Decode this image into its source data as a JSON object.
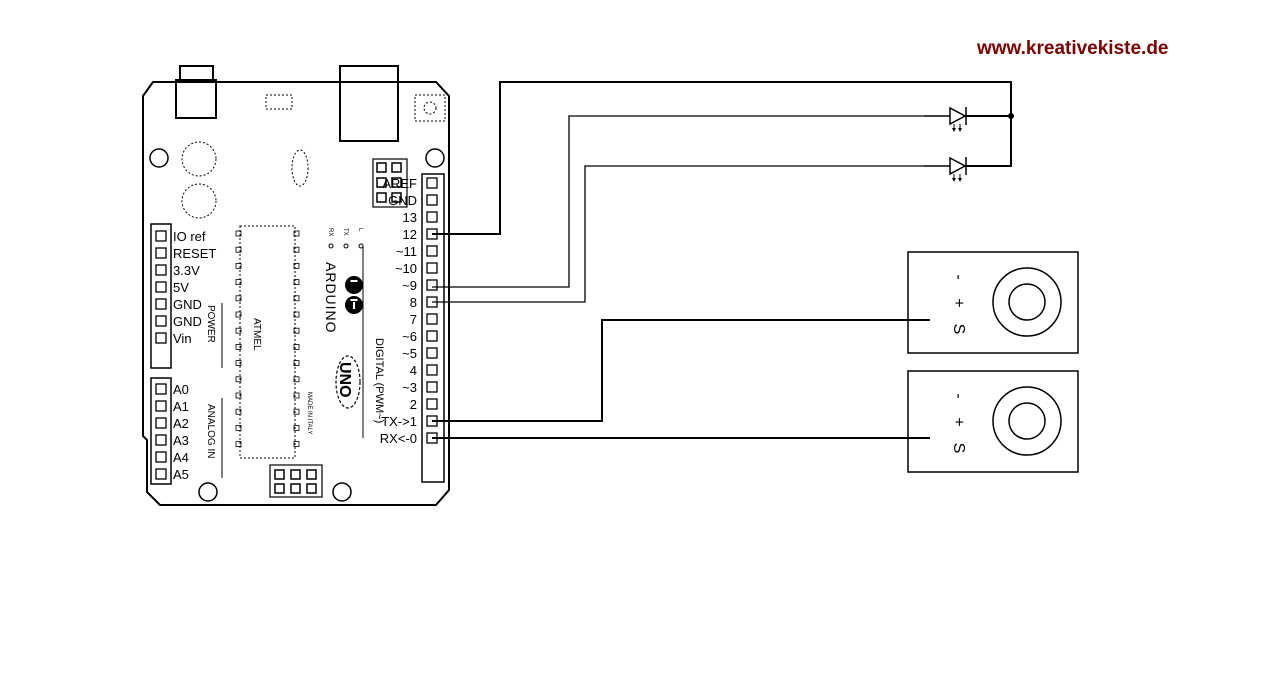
{
  "site_url": "www.kreativekiste.de",
  "board": {
    "brand": "ARDUINO",
    "model": "UNO",
    "chip": "ATMEL",
    "made_in": "MADE IN ITALY",
    "leds": [
      "RX",
      "TX",
      "L"
    ],
    "power_header_label": "POWER",
    "analog_header_label": "ANALOG IN",
    "digital_header_label": "DIGITAL (PWM~)",
    "power_pins": [
      "IO ref",
      "RESET",
      "3.3V",
      "5V",
      "GND",
      "GND",
      "Vin"
    ],
    "analog_pins": [
      "A0",
      "A1",
      "A2",
      "A3",
      "A4",
      "A5"
    ],
    "digital_pins": [
      "AREF",
      "GND",
      "13",
      "12",
      "~11",
      "~10",
      "~9",
      "8",
      "7",
      "~6",
      "~5",
      "4",
      "~3",
      "2",
      "TX->1",
      "RX<-0"
    ]
  },
  "sensor_module_1": {
    "pins": [
      "-",
      "+",
      "S"
    ]
  },
  "sensor_module_2": {
    "pins": [
      "-",
      "+",
      "S"
    ]
  },
  "colors": {
    "url": "#7a0000",
    "lines": "#000000",
    "background": "#ffffff"
  }
}
